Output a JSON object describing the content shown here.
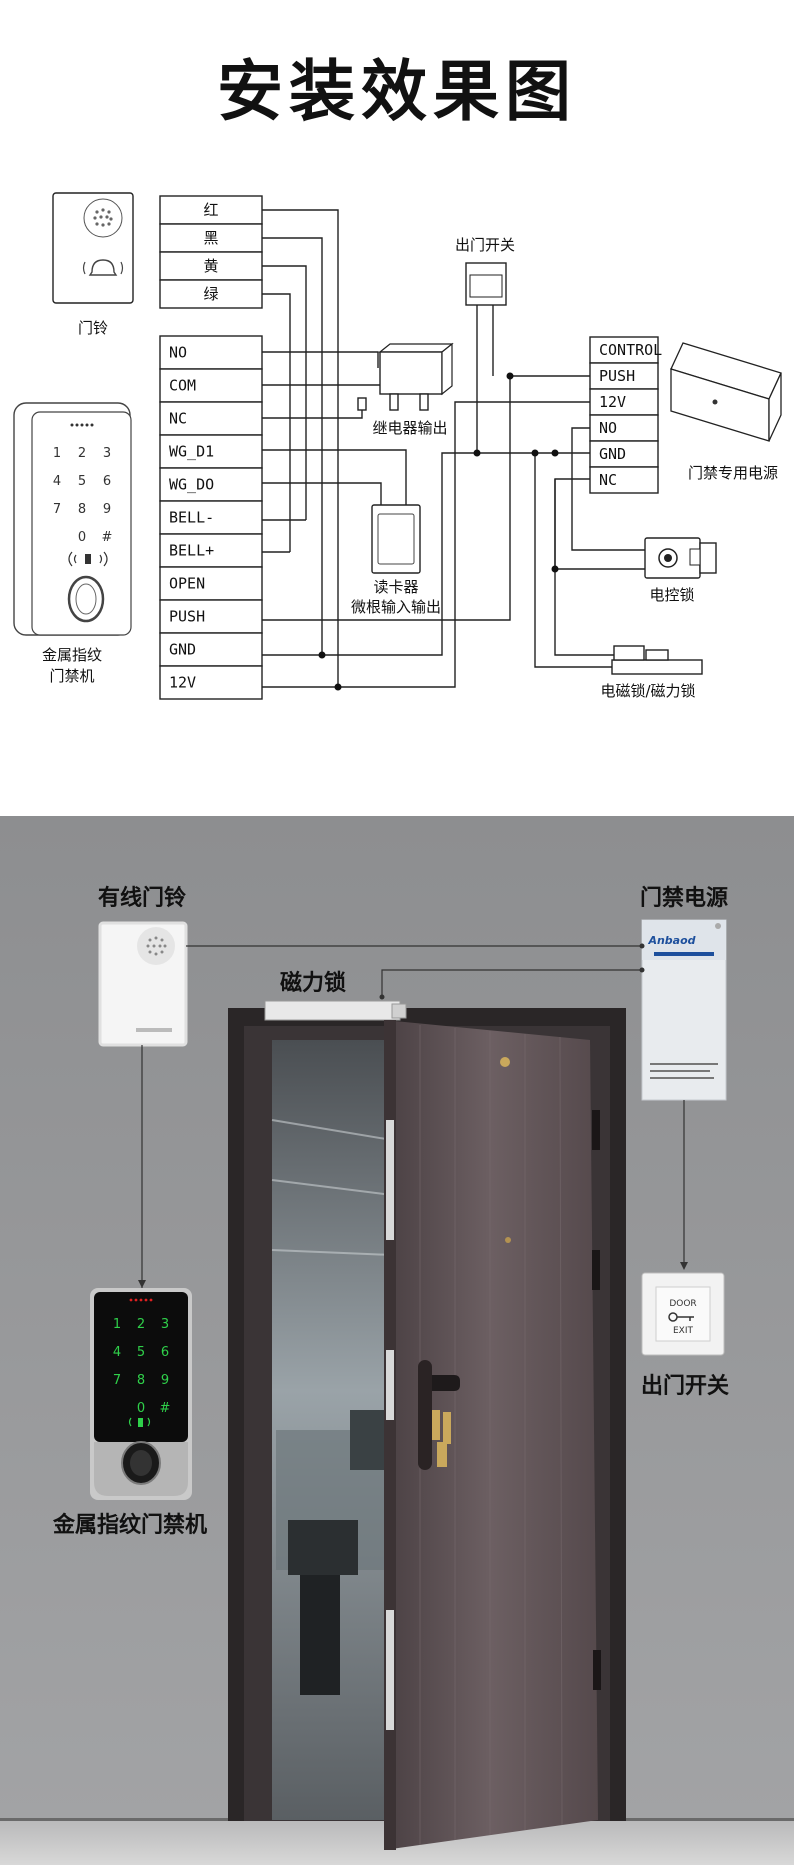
{
  "title": "安装效果图",
  "diagram": {
    "color_terminals": [
      "红",
      "黑",
      "黄",
      "绿"
    ],
    "terminals": [
      "NO",
      "COM",
      "NC",
      "WG_D1",
      "WG_DO",
      "BELL-",
      "BELL+",
      "OPEN",
      "PUSH",
      "GND",
      "12V"
    ],
    "power_terminals": [
      "CONTROL",
      "PUSH",
      "12V",
      "NO",
      "GND",
      "NC"
    ],
    "labels": {
      "doorbell": "门铃",
      "access_machine_line1": "金属指纹",
      "access_machine_line2": "门禁机",
      "exit_switch": "出门开关",
      "relay": "继电器输出",
      "reader_line1": "读卡器",
      "reader_line2": "微根输入输出",
      "power_supply": "门禁专用电源",
      "electric_lock": "电控锁",
      "magnetic_lock": "电磁锁/磁力锁"
    },
    "keypad_keys": [
      "1",
      "2",
      "3",
      "4",
      "5",
      "6",
      "7",
      "8",
      "9",
      "",
      "0",
      "#"
    ]
  },
  "photo": {
    "labels": {
      "wired_doorbell": "有线门铃",
      "power_supply": "门禁电源",
      "magnetic_lock": "磁力锁",
      "exit_button": "出门开关",
      "fingerprint_machine": "金属指纹门禁机"
    },
    "keypad_keys": [
      "1",
      "2",
      "3",
      "4",
      "5",
      "6",
      "7",
      "8",
      "9",
      "",
      "0",
      "#"
    ],
    "psu_brand": "Anbaod",
    "exit_button_text_top": "DOOR",
    "exit_button_text_bottom": "EXIT"
  }
}
